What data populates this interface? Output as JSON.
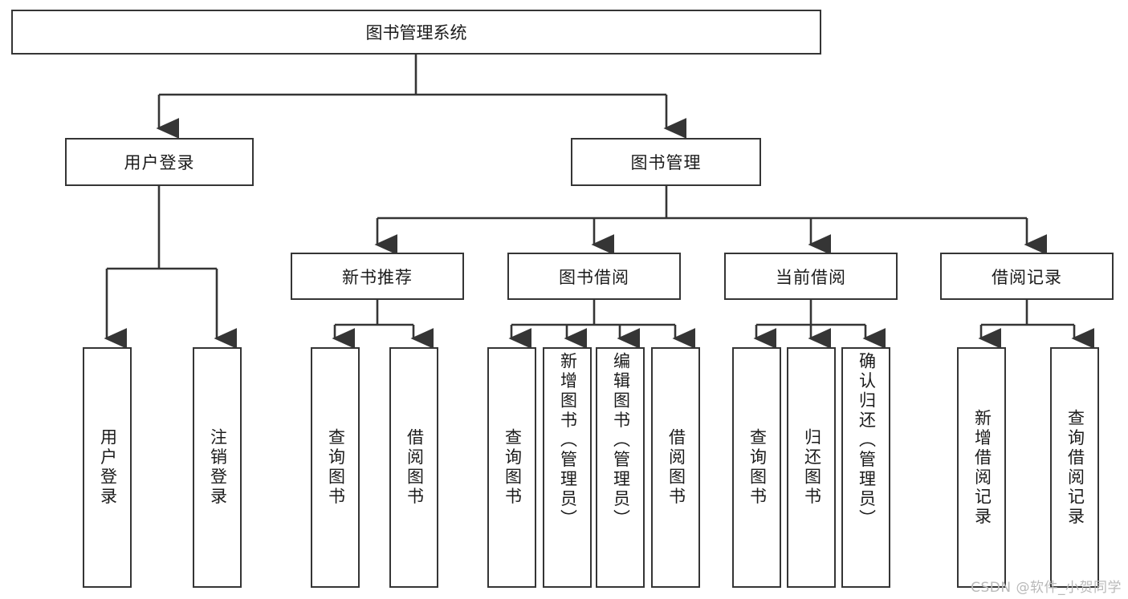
{
  "diagram": {
    "title": "图书管理系统",
    "watermark": "CSDN @软件_小贺同学",
    "colors": {
      "background": "#ffffff",
      "border": "#353535",
      "text": "#1b1b1b",
      "watermark": "#b9b9b9"
    },
    "root": {
      "label": "图书管理系统"
    },
    "level2": [
      {
        "label": "用户登录"
      },
      {
        "label": "图书管理"
      }
    ],
    "level3": [
      {
        "label": "新书推荐"
      },
      {
        "label": "图书借阅"
      },
      {
        "label": "当前借阅"
      },
      {
        "label": "借阅记录"
      }
    ],
    "leaves": {
      "user_login": [
        {
          "label": "用户登录"
        },
        {
          "label": "注销登录"
        }
      ],
      "new_books": [
        {
          "label": "查询图书"
        },
        {
          "label": "借阅图书"
        }
      ],
      "book_borrow": [
        {
          "label": "查询图书"
        },
        {
          "label": "新增图书（管理员）"
        },
        {
          "label": "编辑图书（管理员）"
        },
        {
          "label": "借阅图书"
        }
      ],
      "current_borrow": [
        {
          "label": "查询图书"
        },
        {
          "label": "归还图书"
        },
        {
          "label": "确认归还（管理员）"
        }
      ],
      "borrow_records": [
        {
          "label": "新增借阅记录"
        },
        {
          "label": "查询借阅记录"
        }
      ]
    }
  }
}
